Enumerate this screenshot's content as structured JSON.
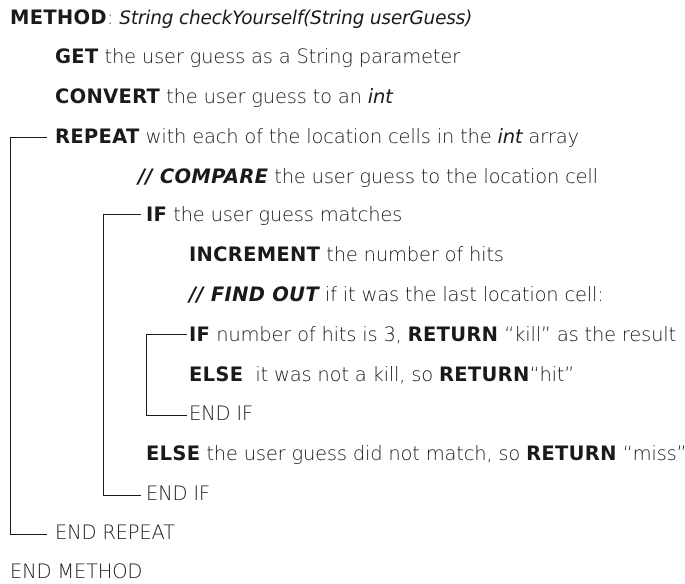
{
  "method": {
    "keyword": "METHOD",
    "colon": ":",
    "signature": "String checkYourself(String userGuess)"
  },
  "get": {
    "keyword": "GET",
    "text": "the user guess as a String parameter"
  },
  "convert": {
    "keyword": "CONVERT",
    "text": "the user guess to an",
    "type": "int"
  },
  "repeat": {
    "keyword": "REPEAT",
    "text_before": "with each of the location cells in the",
    "type": "int",
    "text_after": "array"
  },
  "compare": {
    "keyword": "// COMPARE",
    "text": "the user guess to the location cell"
  },
  "if_match": {
    "keyword": "IF",
    "text": "the user guess matches"
  },
  "increment": {
    "keyword": "INCREMENT",
    "text": "the number of hits"
  },
  "find_out": {
    "keyword": "// FIND OUT",
    "text": "if it was the last location cell:"
  },
  "if_hits": {
    "keyword": "IF",
    "text": "number of hits is 3,",
    "return_keyword": "RETURN",
    "text_after": "“kill” as the result"
  },
  "else_hit": {
    "keyword": "ELSE",
    "text": "it was not a kill, so",
    "return_keyword": "RETURN",
    "text_after": "“hit”"
  },
  "end_if_inner": {
    "text": "END IF"
  },
  "else_miss": {
    "keyword": "ELSE",
    "text": "the user guess did not match, so",
    "return_keyword": "RETURN",
    "text_after": "“miss”"
  },
  "end_if_outer": {
    "text": "END IF"
  },
  "end_repeat": {
    "text": "END REPEAT"
  },
  "end_method": {
    "text": "END METHOD"
  }
}
